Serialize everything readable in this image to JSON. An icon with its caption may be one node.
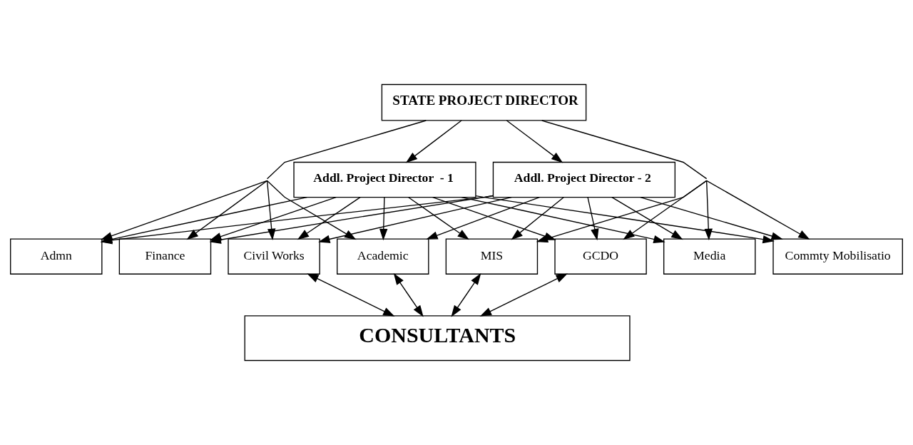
{
  "diagram": {
    "nodes": [
      {
        "text": [
          "STATE PROJECT DIRECTOR"
        ]
      },
      {
        "text": [
          "Addl. Project Director  - 1"
        ]
      },
      {
        "text": [
          "Addl. Project Director - 2"
        ]
      },
      {
        "text": [
          "Admn"
        ]
      },
      {
        "text": [
          "Finance"
        ]
      },
      {
        "text": [
          "Civil Works"
        ]
      },
      {
        "text": [
          "Media"
        ]
      },
      {
        "text": [
          "Commty Mobilisatio"
        ]
      },
      {
        "text": [
          "Academic"
        ]
      },
      {
        "text": [
          "MIS"
        ]
      },
      {
        "text": [
          "GCDO"
        ]
      },
      {
        "text": [
          "CONSULTANTS"
        ]
      }
    ],
    "edges": [
      {
        "from": 0,
        "to": 1,
        "arrow": "to"
      },
      {
        "from": 0,
        "to": 2,
        "arrow": "to"
      },
      {
        "from": 0,
        "to": 3,
        "arrow": "to"
      },
      {
        "from": 0,
        "to": 4,
        "arrow": "to"
      },
      {
        "from": 0,
        "to": 5,
        "arrow": "to"
      },
      {
        "from": 0,
        "to": 6,
        "arrow": "to"
      },
      {
        "from": 0,
        "to": 7,
        "arrow": "to"
      },
      {
        "from": 0,
        "to": 8,
        "arrow": "to"
      },
      {
        "from": 0,
        "to": 9,
        "arrow": "to"
      },
      {
        "from": 0,
        "to": 10,
        "arrow": "to"
      },
      {
        "from": 1,
        "to": 3,
        "arrow": "to"
      },
      {
        "from": 1,
        "to": 4,
        "arrow": "to"
      },
      {
        "from": 1,
        "to": 5,
        "arrow": "to"
      },
      {
        "from": 1,
        "to": 6,
        "arrow": "to"
      },
      {
        "from": 1,
        "to": 7,
        "arrow": "to"
      },
      {
        "from": 1,
        "to": 8,
        "arrow": "to"
      },
      {
        "from": 1,
        "to": 9,
        "arrow": "to"
      },
      {
        "from": 1,
        "to": 10,
        "arrow": "to"
      },
      {
        "from": 2,
        "to": 3,
        "arrow": "to"
      },
      {
        "from": 2,
        "to": 4,
        "arrow": "to"
      },
      {
        "from": 2,
        "to": 5,
        "arrow": "to"
      },
      {
        "from": 2,
        "to": 6,
        "arrow": "to"
      },
      {
        "from": 2,
        "to": 7,
        "arrow": "to"
      },
      {
        "from": 2,
        "to": 8,
        "arrow": "to"
      },
      {
        "from": 2,
        "to": 9,
        "arrow": "to"
      },
      {
        "from": 2,
        "to": 10,
        "arrow": "to"
      },
      {
        "from": 5,
        "to": 11,
        "arrow": "both"
      },
      {
        "from": 8,
        "to": 11,
        "arrow": "both"
      },
      {
        "from": 9,
        "to": 11,
        "arrow": "both"
      },
      {
        "from": 10,
        "to": 11,
        "arrow": "both"
      }
    ]
  }
}
